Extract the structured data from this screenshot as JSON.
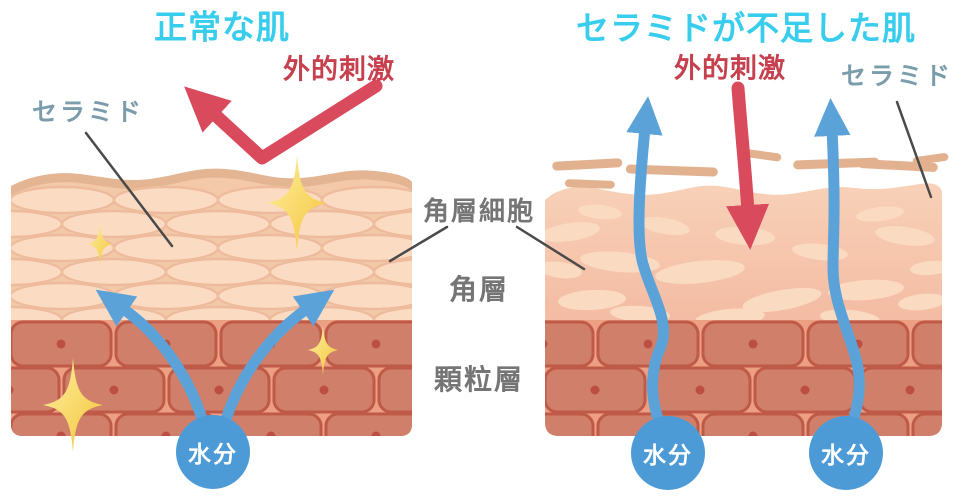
{
  "left_panel": {
    "title": "正常な肌",
    "stimulus_label": "外的刺激",
    "ceramide_label": "セラミド",
    "moisture_label": "水分"
  },
  "right_panel": {
    "title": "セラミドが不足した肌",
    "stimulus_label": "外的刺激",
    "ceramide_label": "セラミド",
    "moisture_labels": [
      "水分",
      "水分"
    ]
  },
  "layer_labels": {
    "corneocyte": "角層細胞",
    "stratum_corneum": "角層",
    "granular_layer": "顆粒層"
  },
  "colors": {
    "title_cyan": "#38cdec",
    "stimulus_red_text": "#c6404e",
    "arrow_red": "#d94b5c",
    "ceramide_label_blue_gray": "#7b9dab",
    "layer_label_gray": "#757575",
    "moisture_circle_blue": "#4d9bd6",
    "arrow_blue": "#5ba2d9",
    "sparkle_yellow": "#f6c838",
    "corneum_light": "#fbdcc3",
    "corneum_border_tan": "#e3b593",
    "granular_brick": "#d0806a",
    "granular_outline": "#c05a48"
  }
}
